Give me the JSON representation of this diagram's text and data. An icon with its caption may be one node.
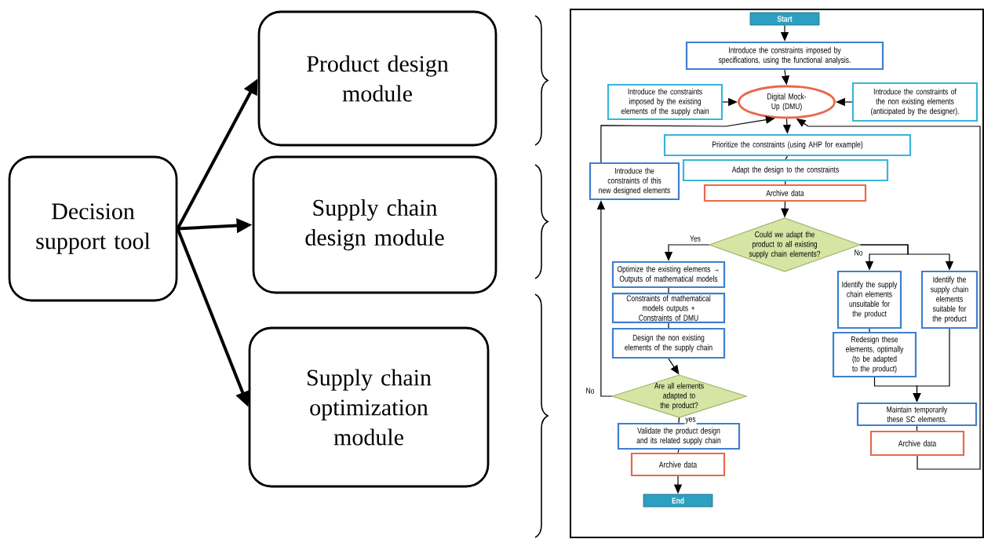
{
  "diagram": {
    "nodes": [
      {
        "text": [
          "Decision support tool"
        ]
      },
      {
        "text": [
          "Product design module"
        ]
      },
      {
        "text": [
          "Supply chain design module"
        ]
      },
      {
        "text": [
          "Supply chain optimization module"
        ]
      },
      {
        "text": [
          "Start"
        ]
      },
      {
        "text": [
          "Introduce the constraints imposed by specifications, using the functional analysis."
        ]
      },
      {
        "text": [
          "Introduce the constraints imposed by the existing elements of the supply chain"
        ]
      },
      {
        "text": [
          "Digital Mock-Up (DMU)"
        ]
      },
      {
        "text": [
          "Introduce the constraints of the non existing elements (anticipated by the designer)."
        ]
      },
      {
        "text": [
          "Prioritize the constraints (using AHP for example)"
        ]
      },
      {
        "text": [
          "Introduce the constraints of this new designed elements"
        ]
      },
      {
        "text": [
          "Adapt the design to the constraints"
        ]
      },
      {
        "text": [
          "Archive data"
        ]
      },
      {
        "text": [
          "Could we adapt the product to all existing supply chain elements?"
        ]
      },
      {
        "text": [
          "Optimize the existing elements → Outputs of mathematical models"
        ]
      },
      {
        "text": [
          "Constraints of mathematical models outputs + Constraints of DMU"
        ]
      },
      {
        "text": [
          "Design the non existing elements of the supply chain"
        ]
      },
      {
        "text": [
          "Identify the supply chain elements unsuitable for the product"
        ]
      },
      {
        "text": [
          "Identify the supply chain elements suitable for the product"
        ]
      },
      {
        "text": [
          "Redesign these elements, optimally (to be adapted to the product)"
        ]
      },
      {
        "text": [
          "Are all elements adapted to the product?"
        ]
      },
      {
        "text": [
          "Validate the product design and its related supply chain"
        ]
      },
      {
        "text": [
          "Archive data"
        ]
      },
      {
        "text": [
          "End"
        ]
      },
      {
        "text": [
          "Maintain temporarily these SC elements."
        ]
      },
      {
        "text": [
          "Archive data"
        ]
      }
    ],
    "edges": [
      {
        "from": 0,
        "to": 1,
        "arrow": "to",
        "style": "thick"
      },
      {
        "from": 0,
        "to": 2,
        "arrow": "to",
        "style": "thick"
      },
      {
        "from": 0,
        "to": 3,
        "arrow": "to",
        "style": "thick"
      },
      {
        "from": 4,
        "to": 5,
        "arrow": "to"
      },
      {
        "from": 5,
        "to": 7,
        "arrow": "to"
      },
      {
        "from": 6,
        "to": 7,
        "arrow": "to"
      },
      {
        "from": 8,
        "to": 7,
        "arrow": "to"
      },
      {
        "from": 10,
        "to": 7,
        "arrow": "to"
      },
      {
        "from": 7,
        "to": 9,
        "arrow": "to"
      },
      {
        "from": 9,
        "to": 11,
        "arrow": "none"
      },
      {
        "from": 11,
        "to": 12,
        "arrow": "none"
      },
      {
        "from": 12,
        "to": 13,
        "arrow": "to"
      },
      {
        "from": 13,
        "to": 14,
        "arrow": "to",
        "label": "Yes"
      },
      {
        "from": 14,
        "to": 15,
        "arrow": "none"
      },
      {
        "from": 15,
        "to": 16,
        "arrow": "none"
      },
      {
        "from": 16,
        "to": 20,
        "arrow": "to"
      },
      {
        "from": 20,
        "to": 10,
        "arrow": "to",
        "label": "No"
      },
      {
        "from": 20,
        "to": 21,
        "arrow": "none",
        "label": "yes"
      },
      {
        "from": 21,
        "to": 22,
        "arrow": "none"
      },
      {
        "from": 22,
        "to": 23,
        "arrow": "to"
      },
      {
        "from": 13,
        "to": 17,
        "arrow": "to",
        "label": "No"
      },
      {
        "from": 13,
        "to": 18,
        "arrow": "to"
      },
      {
        "from": 17,
        "to": 19,
        "arrow": "none"
      },
      {
        "from": 19,
        "to": 24,
        "arrow": "to"
      },
      {
        "from": 18,
        "to": 24,
        "arrow": "to"
      },
      {
        "from": 24,
        "to": 25,
        "arrow": "none"
      },
      {
        "from": 25,
        "to": 7,
        "arrow": "to"
      }
    ]
  }
}
